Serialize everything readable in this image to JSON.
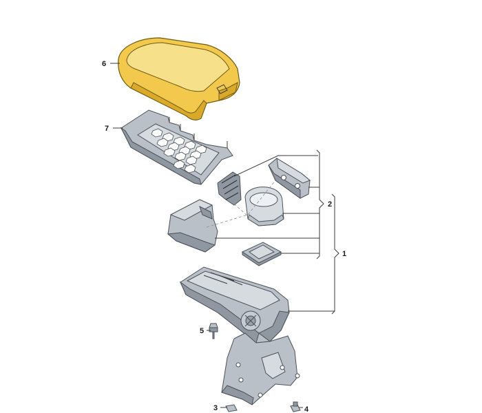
{
  "callouts": {
    "c1": "1",
    "c2": "2",
    "c3": "3",
    "c4": "4",
    "c5": "5",
    "c6": "6",
    "c7": "7"
  },
  "colors": {
    "highlight": "#f2c94c",
    "part": "#b9c0c8"
  }
}
